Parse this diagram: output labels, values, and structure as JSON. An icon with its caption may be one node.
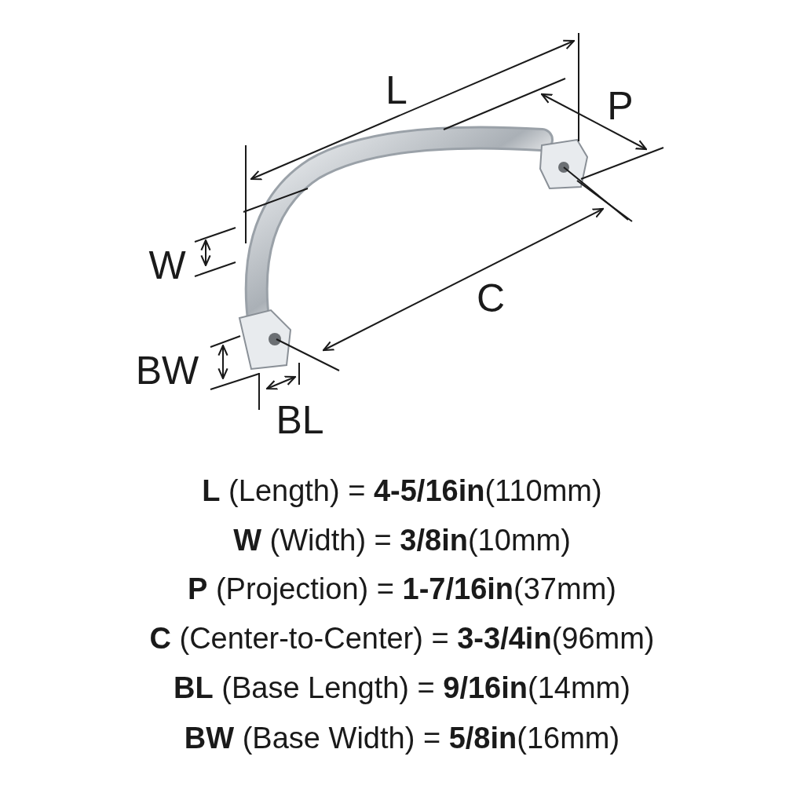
{
  "diagram": {
    "labels": [
      "L",
      "P",
      "W",
      "C",
      "BW",
      "BL",
      "**L** (Length) = **4-5/16in**(110mm)",
      "**W** (Width) = **3/8in**(10mm)",
      "**P** (Projection) = **1-7/16in**(37mm)",
      "**C** (Center-to-Center) = **3-3/4in**(96mm)",
      "**BL** (Base Length) = **9/16in**(14mm)",
      "**BW** (Base Width) = **5/8in**(16mm)"
    ]
  }
}
